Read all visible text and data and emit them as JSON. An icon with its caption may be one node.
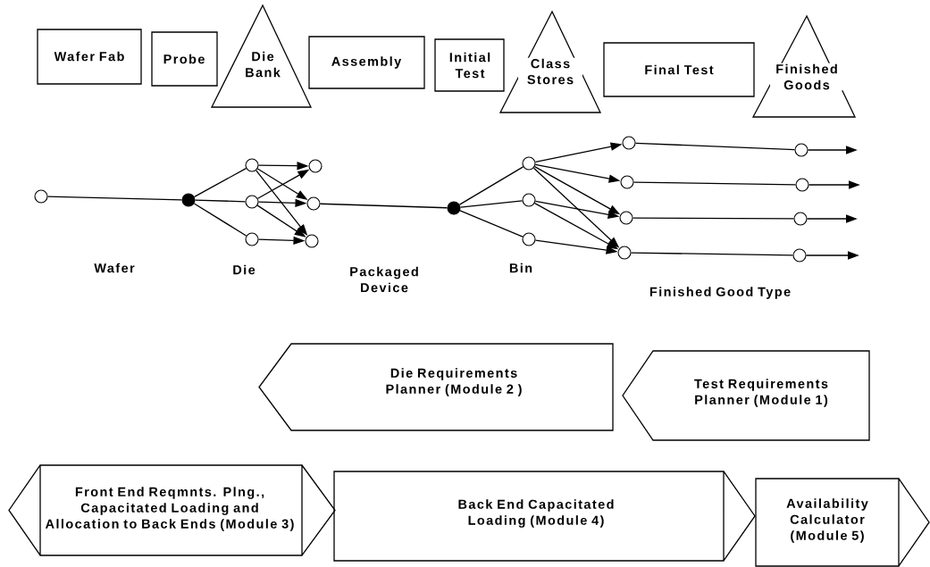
{
  "diagram": {
    "nodes": [
      {
        "text": [
          "Wafer Fab"
        ]
      },
      {
        "text": [
          "Probe"
        ]
      },
      {
        "text": [
          "Die Bank"
        ]
      },
      {
        "text": [
          "Assembly"
        ]
      },
      {
        "text": [
          "Initial Test"
        ]
      },
      {
        "text": [
          "Class Stores"
        ]
      },
      {
        "text": [
          "Final Test"
        ]
      },
      {
        "text": [
          "Finished Goods"
        ]
      },
      {
        "text": [],
        "shape": "circle"
      },
      {
        "text": [],
        "shape": "circle"
      },
      {
        "text": [],
        "shape": "circle"
      },
      {
        "text": [],
        "shape": "circle"
      },
      {
        "text": [],
        "shape": "circle"
      },
      {
        "text": [],
        "shape": "circle"
      },
      {
        "text": [],
        "shape": "circle"
      },
      {
        "text": [],
        "shape": "circle"
      },
      {
        "text": [],
        "shape": "circle"
      },
      {
        "text": [],
        "shape": "circle"
      },
      {
        "text": [],
        "shape": "circle"
      },
      {
        "text": [],
        "shape": "circle"
      },
      {
        "text": [],
        "shape": "circle"
      },
      {
        "text": [],
        "shape": "circle"
      },
      {
        "text": [],
        "shape": "circle"
      },
      {
        "text": [],
        "shape": "circle"
      },
      {
        "text": [],
        "shape": "circle"
      },
      {
        "text": [],
        "shape": "circle"
      },
      {
        "text": [],
        "shape": "circle"
      },
      {
        "text": [],
        "shape": "circle"
      },
      {
        "text": [
          "Die Requirements Planner (Module 2 )"
        ]
      },
      {
        "text": [
          "Test Requirements Planner (Module 1)"
        ]
      },
      {
        "text": [
          "Front End Reqmnts. Plng., Capacitated Loading and Allocation to Back Ends (Module 3)"
        ]
      },
      {
        "text": [
          "Back End Capacitated Loading (Module 4)"
        ]
      },
      {
        "text": [
          "Availability Calculator (Module 5)"
        ]
      }
    ],
    "edges": [
      {
        "from": 8,
        "to": 9,
        "arrow": "none"
      },
      {
        "from": 9,
        "to": 10,
        "arrow": "none"
      },
      {
        "from": 9,
        "to": 11,
        "arrow": "none"
      },
      {
        "from": 9,
        "to": 12,
        "arrow": "none"
      },
      {
        "from": 10,
        "to": 13,
        "arrow": "to"
      },
      {
        "from": 10,
        "to": 14,
        "arrow": "to"
      },
      {
        "from": 10,
        "to": 15,
        "arrow": "to"
      },
      {
        "from": 11,
        "to": 13,
        "arrow": "to"
      },
      {
        "from": 11,
        "to": 14,
        "arrow": "to"
      },
      {
        "from": 11,
        "to": 15,
        "arrow": "to"
      },
      {
        "from": 12,
        "to": 15,
        "arrow": "to"
      },
      {
        "from": 14,
        "to": 16,
        "arrow": "none"
      },
      {
        "from": 16,
        "to": 17,
        "arrow": "none"
      },
      {
        "from": 16,
        "to": 18,
        "arrow": "none"
      },
      {
        "from": 16,
        "to": 19,
        "arrow": "none"
      },
      {
        "from": 17,
        "to": 20,
        "arrow": "to"
      },
      {
        "from": 17,
        "to": 21,
        "arrow": "to"
      },
      {
        "from": 17,
        "to": 22,
        "arrow": "to"
      },
      {
        "from": 17,
        "to": 23,
        "arrow": "to"
      },
      {
        "from": 18,
        "to": 22,
        "arrow": "to"
      },
      {
        "from": 18,
        "to": 23,
        "arrow": "to"
      },
      {
        "from": 19,
        "to": 23,
        "arrow": "to"
      },
      {
        "from": 20,
        "to": 24,
        "arrow": "none"
      },
      {
        "from": 21,
        "to": 25,
        "arrow": "none"
      },
      {
        "from": 22,
        "to": 26,
        "arrow": "none"
      },
      {
        "from": 23,
        "to": 27,
        "arrow": "none"
      },
      {
        "from": 24,
        "to": null,
        "arrow": "to"
      },
      {
        "from": 25,
        "to": null,
        "arrow": "to"
      },
      {
        "from": 26,
        "to": null,
        "arrow": "to"
      },
      {
        "from": 27,
        "to": null,
        "arrow": "to"
      }
    ],
    "labels": [
      "Wafer",
      "Die",
      "Packaged Device",
      "Bin",
      "Finished Good Type"
    ]
  }
}
